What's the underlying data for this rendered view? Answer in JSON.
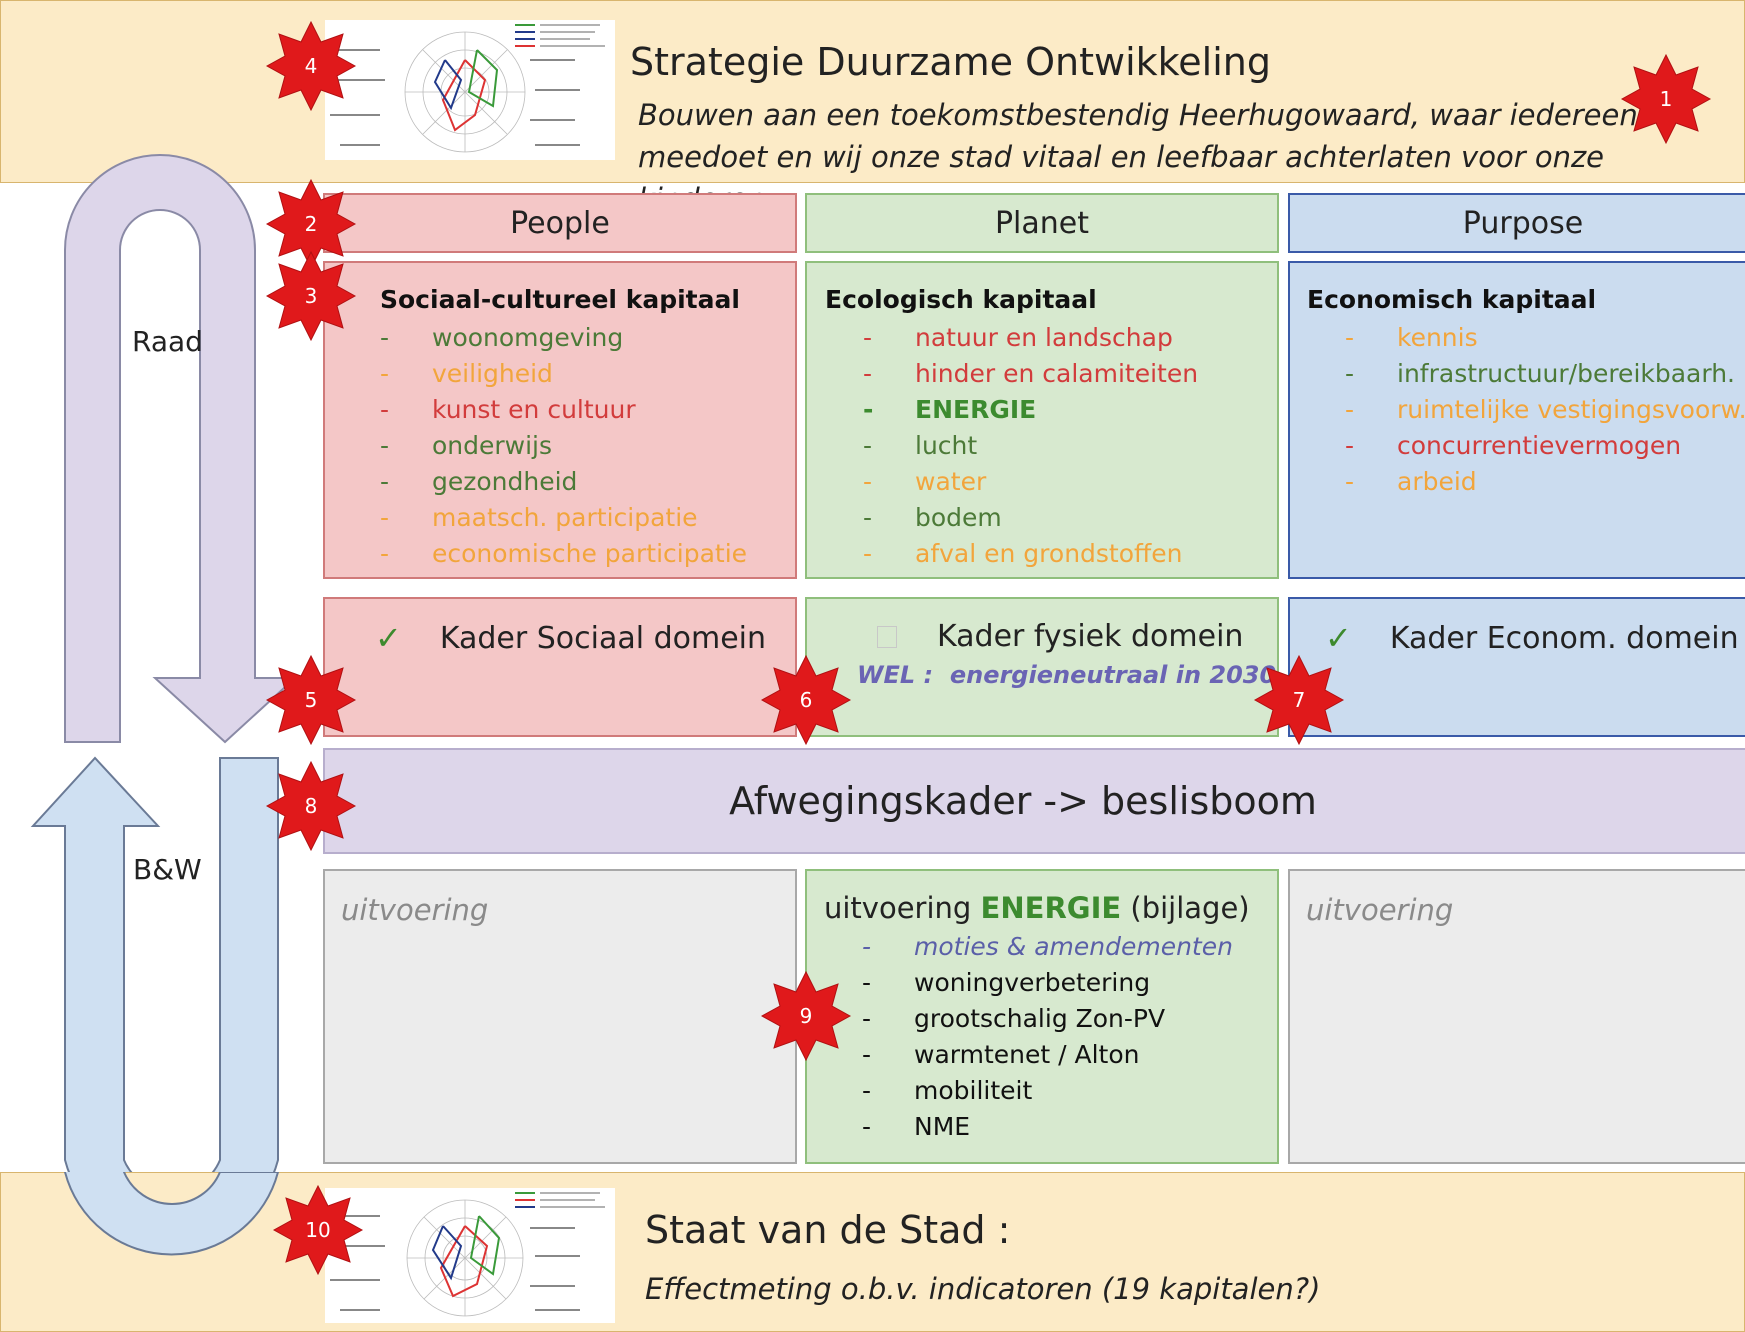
{
  "header": {
    "title": "Strategie Duurzame Ontwikkeling",
    "subtitle_line1": "Bouwen aan een toekomstbestendig Heerhugowaard, waar iedereen",
    "subtitle_line2": "meedoet en wij onze stad vitaal en leefbaar achterlaten voor onze kinderen."
  },
  "arrows": {
    "top_label": "Raad",
    "bottom_label": "B&W"
  },
  "columns": [
    {
      "header": "People",
      "capital_title": "Sociaal-cultureel kapitaal",
      "items": [
        {
          "text": "woonomgeving",
          "tone": "green"
        },
        {
          "text": "veiligheid",
          "tone": "orange"
        },
        {
          "text": "kunst en cultuur",
          "tone": "red"
        },
        {
          "text": "onderwijs",
          "tone": "green"
        },
        {
          "text": "gezondheid",
          "tone": "green"
        },
        {
          "text": "maatsch. participatie",
          "tone": "orange"
        },
        {
          "text": "economische participatie",
          "tone": "orange"
        }
      ],
      "kader": "Kader Sociaal domein",
      "kader_mark": "✓",
      "uitvoering": "uitvoering"
    },
    {
      "header": "Planet",
      "capital_title": "Ecologisch kapitaal",
      "items": [
        {
          "text": "natuur en landschap",
          "tone": "red"
        },
        {
          "text": "hinder en calamiteiten",
          "tone": "red"
        },
        {
          "text": "ENERGIE",
          "tone": "darkgreen"
        },
        {
          "text": "lucht",
          "tone": "green"
        },
        {
          "text": "water",
          "tone": "orange"
        },
        {
          "text": "bodem",
          "tone": "green"
        },
        {
          "text": "afval en grondstoffen",
          "tone": "orange"
        }
      ],
      "kader": "Kader fysiek domein",
      "kader_note": "WEL :  energieneutraal in 2030",
      "uitvoering_prefix": "uitvoering ",
      "uitvoering_highlight": "ENERGIE",
      "uitvoering_suffix": " (bijlage)",
      "uitvoering_items": [
        {
          "text": "moties & amendementen",
          "tone": "blue"
        },
        {
          "text": "woningverbetering",
          "tone": "black"
        },
        {
          "text": "grootschalig Zon-PV",
          "tone": "black"
        },
        {
          "text": "warmtenet / Alton",
          "tone": "black"
        },
        {
          "text": "mobiliteit",
          "tone": "black"
        },
        {
          "text": "NME",
          "tone": "black"
        }
      ]
    },
    {
      "header": "Purpose",
      "capital_title": "Economisch kapitaal",
      "items": [
        {
          "text": "kennis",
          "tone": "orange"
        },
        {
          "text": "infrastructuur/bereikbaarh.",
          "tone": "green"
        },
        {
          "text": "ruimtelijke vestigingsvoorw.",
          "tone": "orange"
        },
        {
          "text": "concurrentievermogen",
          "tone": "red"
        },
        {
          "text": "arbeid",
          "tone": "orange"
        }
      ],
      "kader": "Kader Econom. domein",
      "kader_mark": "✓",
      "uitvoering": "uitvoering"
    }
  ],
  "afweging": "Afwegingskader -> beslisboom",
  "footer": {
    "title": "Staat van de Stad :",
    "subtitle": "Effectmeting o.b.v. indicatoren (19 kapitalen?)"
  },
  "badges": [
    "1",
    "2",
    "3",
    "4",
    "5",
    "6",
    "7",
    "8",
    "9",
    "10"
  ],
  "colors": {
    "band": "#fcebc7",
    "people": "#f4c7c7",
    "planet": "#d7e9cf",
    "purpose": "#cbdcef",
    "afweging": "#ddd6ea",
    "badge": "#e0191b",
    "arrow_top": "#ddd6ea",
    "arrow_bottom": "#cfe0f2"
  }
}
